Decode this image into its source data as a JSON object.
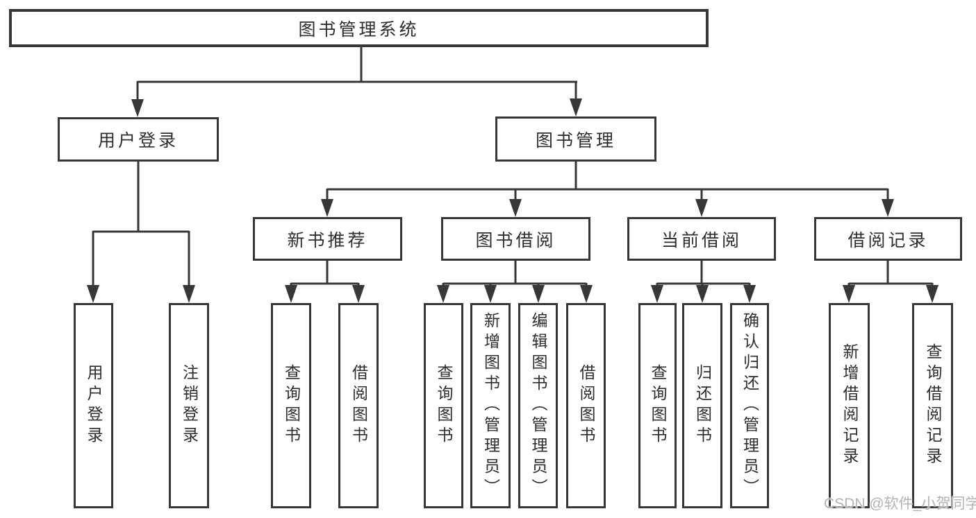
{
  "diagram": {
    "title": "图书管理系统",
    "colors": {
      "line": "#373737",
      "text": "#2d2d2d",
      "watermark": "#b3b3b3"
    },
    "nodes": {
      "root": "图书管理系统",
      "user_login": "用户登录",
      "book_mgmt": "图书管理",
      "new_book_rec": "新书推荐",
      "book_borrow": "图书借阅",
      "current_borrow": "当前借阅",
      "borrow_records": "借阅记录",
      "login_leaf": "用户登录",
      "logout_leaf": "注销登录",
      "rec_query_books": "查询图书",
      "rec_borrow_books": "借阅图书",
      "bor_query_books": "查询图书",
      "bor_add_books": "新增图书（管理员）",
      "bor_edit_books": "编辑图书（管理员）",
      "bor_borrow_books": "借阅图书",
      "cur_query_books": "查询图书",
      "cur_return_books": "归还图书",
      "cur_confirm_return": "确认归还（管理员）",
      "rcd_add_record": "新增借阅记录",
      "rcd_query_record": "查询借阅记录"
    },
    "watermark": "CSDN @软件_小贺同学"
  }
}
